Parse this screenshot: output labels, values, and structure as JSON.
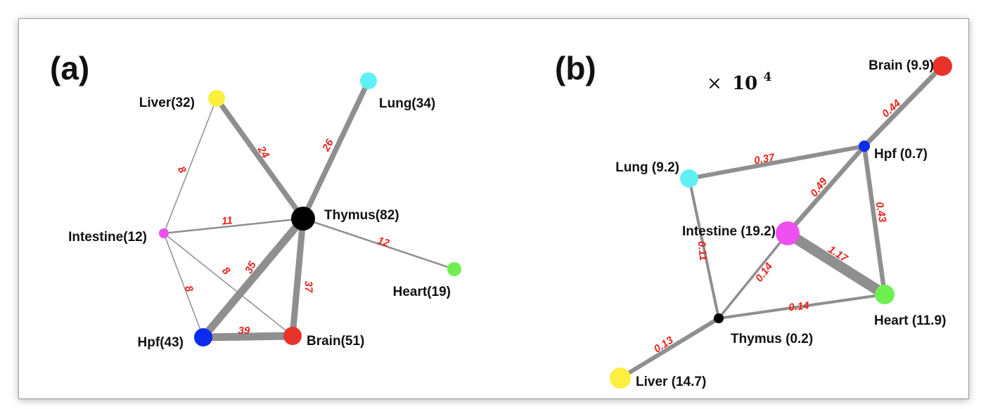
{
  "figure": {
    "panel_a": {
      "label": "(a)",
      "nodes": [
        {
          "id": "liver",
          "label": "Liver(32)",
          "color": "#fdee40"
        },
        {
          "id": "lung",
          "label": "Lung(34)",
          "color": "#5ff0f5"
        },
        {
          "id": "thymus",
          "label": "Thymus(82)",
          "color": "#000000"
        },
        {
          "id": "intestine",
          "label": "Intestine(12)",
          "color": "#ee4ff0"
        },
        {
          "id": "heart",
          "label": "Heart(19)",
          "color": "#6df04f"
        },
        {
          "id": "hpf",
          "label": "Hpf(43)",
          "color": "#0b2bf0"
        },
        {
          "id": "brain",
          "label": "Brain(51)",
          "color": "#e8322a"
        }
      ],
      "edges": [
        {
          "from": "liver",
          "to": "thymus",
          "label": "24"
        },
        {
          "from": "lung",
          "to": "thymus",
          "label": "26"
        },
        {
          "from": "liver",
          "to": "intestine",
          "label": "8"
        },
        {
          "from": "intestine",
          "to": "thymus",
          "label": "11"
        },
        {
          "from": "thymus",
          "to": "heart",
          "label": "12"
        },
        {
          "from": "thymus",
          "to": "hpf",
          "label": "35"
        },
        {
          "from": "thymus",
          "to": "brain",
          "label": "37"
        },
        {
          "from": "intestine",
          "to": "brain",
          "label": "8"
        },
        {
          "from": "intestine",
          "to": "hpf",
          "label": "8"
        },
        {
          "from": "hpf",
          "to": "brain",
          "label": "39"
        }
      ]
    },
    "panel_b": {
      "label": "(b)",
      "scale_prefix": "×",
      "scale_base": "10",
      "scale_exponent": "4",
      "nodes": [
        {
          "id": "brain",
          "label": "Brain (9.9)",
          "color": "#e8322a"
        },
        {
          "id": "hpf",
          "label": "Hpf (0.7)",
          "color": "#0b2bf0"
        },
        {
          "id": "lung",
          "label": "Lung (9.2)",
          "color": "#5ff0f5"
        },
        {
          "id": "intestine",
          "label": "Intestine (19.2)",
          "color": "#ee4ff0"
        },
        {
          "id": "heart",
          "label": "Heart (11.9)",
          "color": "#6df04f"
        },
        {
          "id": "thymus",
          "label": "Thymus (0.2)",
          "color": "#000000"
        },
        {
          "id": "liver",
          "label": "Liver (14.7)",
          "color": "#fdee40"
        }
      ],
      "edges": [
        {
          "from": "brain",
          "to": "hpf",
          "label": "0.44"
        },
        {
          "from": "lung",
          "to": "hpf",
          "label": "0.37"
        },
        {
          "from": "intestine",
          "to": "hpf",
          "label": "0.49"
        },
        {
          "from": "hpf",
          "to": "heart",
          "label": "0.43"
        },
        {
          "from": "intestine",
          "to": "heart",
          "label": "1.17"
        },
        {
          "from": "lung",
          "to": "thymus",
          "label": "0.11"
        },
        {
          "from": "thymus",
          "to": "intestine",
          "label": "0.14"
        },
        {
          "from": "thymus",
          "to": "heart",
          "label": "0.14"
        },
        {
          "from": "liver",
          "to": "thymus",
          "label": "0.13"
        }
      ]
    },
    "edge_color": "#8f8f8f",
    "edge_label_color": "#e8241e"
  }
}
